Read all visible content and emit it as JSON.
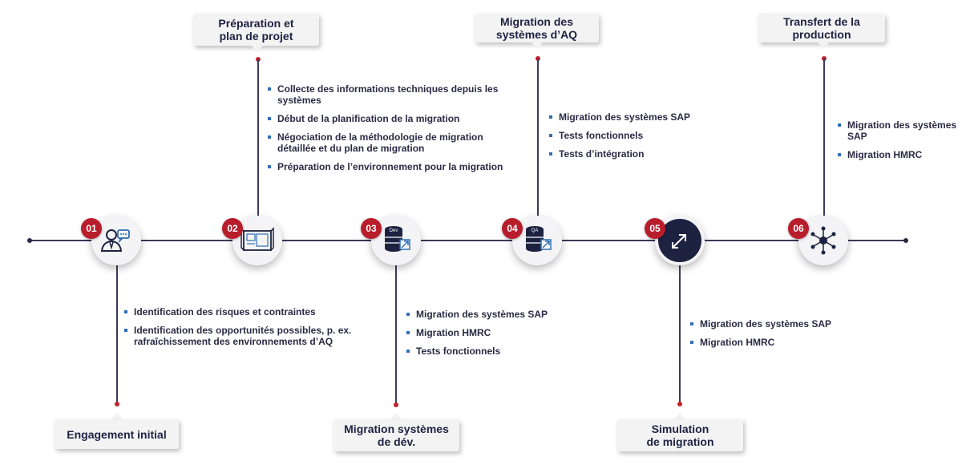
{
  "steps": [
    {
      "num": "01",
      "title_lines": [
        "Engagement initial"
      ],
      "bullets": [
        "Identification des risques et contraintes",
        "Identification des opportunités possibles, p. ex. rafraîchissement des environnements d’AQ"
      ],
      "icon": "consultant-chat-icon"
    },
    {
      "num": "02",
      "title_lines": [
        "Préparation et",
        "plan de projet"
      ],
      "bullets": [
        "Collecte des informations techniques depuis les systèmes",
        "Début de la planification de la migration",
        "Négociation de la méthodologie de migration détaillée et du plan de migration",
        "Préparation de l’environnement pour la migration"
      ],
      "icon": "blueprint-icon"
    },
    {
      "num": "03",
      "title_lines": [
        "Migration systèmes",
        "de dév."
      ],
      "bullets": [
        "Migration des systèmes SAP",
        "Migration HMRC",
        "Tests fonctionnels"
      ],
      "icon": "dev-database-icon",
      "icon_tag": "Dev"
    },
    {
      "num": "04",
      "title_lines": [
        "Migration des",
        "systèmes d’AQ"
      ],
      "bullets": [
        "Migration des systèmes SAP",
        "Tests fonctionnels",
        "Tests d’intégration"
      ],
      "icon": "qa-database-icon",
      "icon_tag": "QA"
    },
    {
      "num": "05",
      "title_lines": [
        "Simulation",
        "de migration"
      ],
      "bullets": [
        "Migration des systèmes SAP",
        "Migration HMRC"
      ],
      "icon": "expand-arrow-icon"
    },
    {
      "num": "06",
      "title_lines": [
        "Transfert de la",
        "production"
      ],
      "bullets": [
        "Migration des systèmes SAP",
        "Migration HMRC"
      ],
      "icon": "network-hub-icon"
    }
  ],
  "colors": {
    "accent_red": "#b81d2c",
    "navy": "#1d2241",
    "bullet_blue": "#2f6fb4"
  }
}
